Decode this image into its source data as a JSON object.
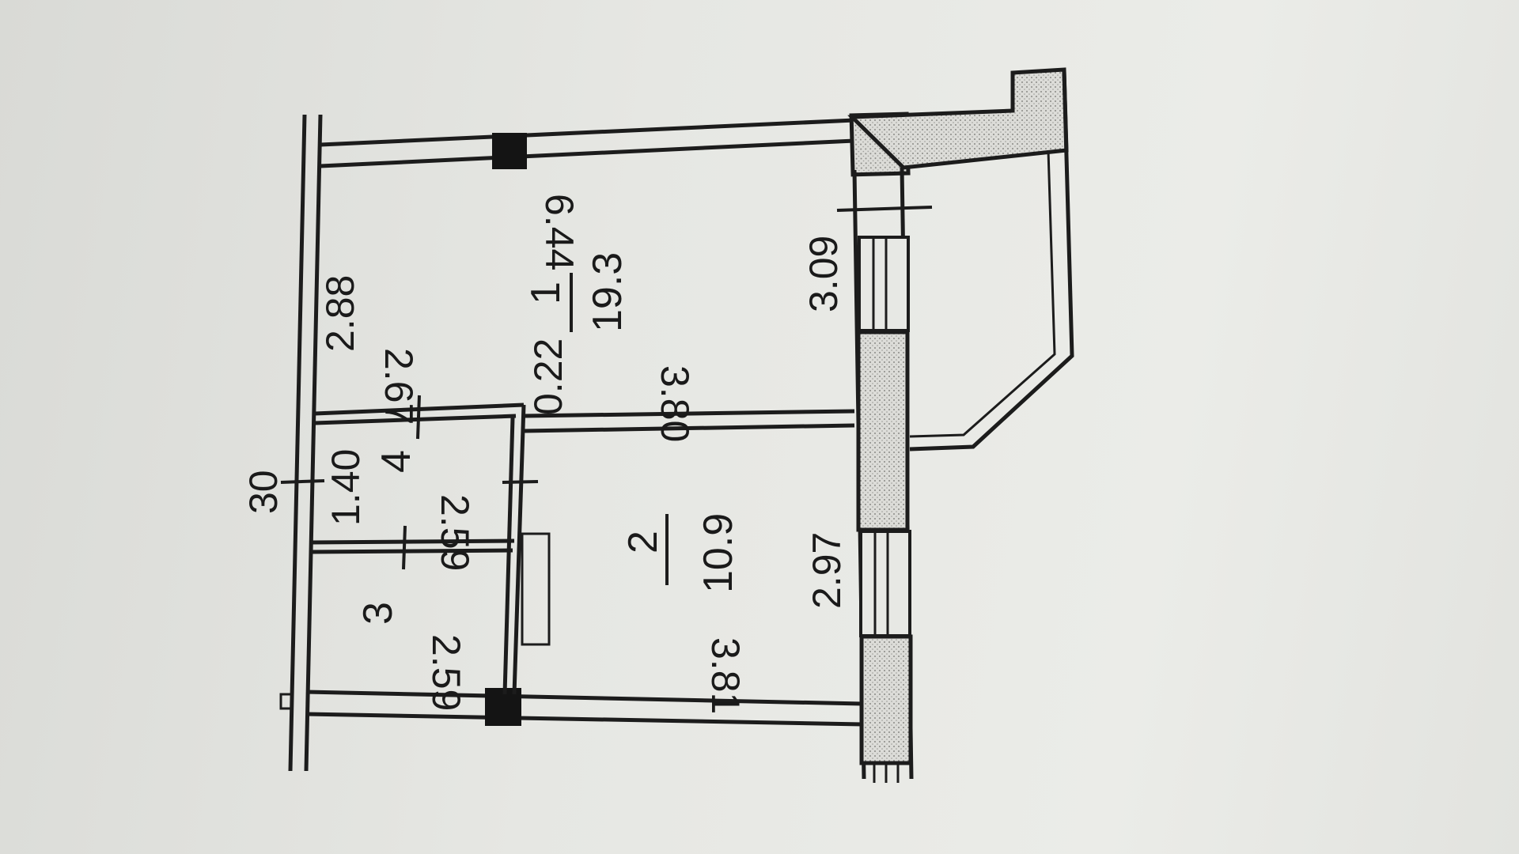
{
  "plan": {
    "rooms": [
      {
        "number": "1",
        "area": "19.3"
      },
      {
        "number": "2",
        "area": "10.9"
      },
      {
        "number": "3"
      },
      {
        "number": "4"
      }
    ],
    "dimensions": {
      "room1_length": "6.44",
      "room1_width_left": "2.88",
      "room1_width_right": "3.09",
      "partition_gap": "0.22",
      "partition_length": "3.80",
      "corridor_top": "2.67",
      "corridor_width": "1.40",
      "room4_length": "2.59",
      "room3_length": "2.59",
      "room2_width": "2.97",
      "room2_length": "3.81",
      "outer_wall": "30"
    },
    "colors": {
      "line": "#1c1c1c",
      "paper": "#e4e5e1",
      "pier": "#141414"
    }
  }
}
